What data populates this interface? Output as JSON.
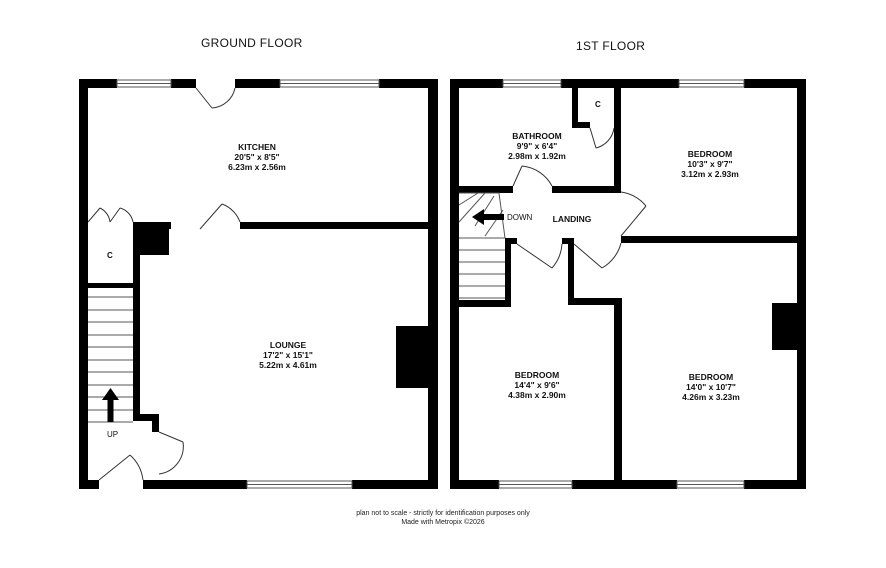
{
  "floors": {
    "ground": {
      "title": "GROUND FLOOR"
    },
    "first": {
      "title": "1ST FLOOR"
    }
  },
  "rooms": {
    "kitchen": {
      "name": "KITCHEN",
      "imperial": "20'5\" x 8'5\"",
      "metric": "6.23m x 2.56m"
    },
    "lounge": {
      "name": "LOUNGE",
      "imperial": "17'2\" x 15'1\"",
      "metric": "5.22m x 4.61m"
    },
    "bathroom": {
      "name": "BATHROOM",
      "imperial": "9'9\" x 6'4\"",
      "metric": "2.98m x 1.92m"
    },
    "bedroom1": {
      "name": "BEDROOM",
      "imperial": "10'3\" x 9'7\"",
      "metric": "3.12m x 2.93m"
    },
    "bedroom2": {
      "name": "BEDROOM",
      "imperial": "14'4\" x 9'6\"",
      "metric": "4.38m x 2.90m"
    },
    "bedroom3": {
      "name": "BEDROOM",
      "imperial": "14'0\" x 10'7\"",
      "metric": "4.26m x 3.23m"
    },
    "landing": {
      "name": "LANDING"
    }
  },
  "labels": {
    "cupboard_ground": "C",
    "cupboard_first": "C",
    "stairs_up": "UP",
    "stairs_down": "DOWN"
  },
  "footer": {
    "line1": "plan not to scale - strictly for identification purposes only",
    "line2": "Made with Metropix ©2026"
  },
  "colors": {
    "wall": "#000000",
    "background": "#ffffff",
    "line": "#555555"
  }
}
